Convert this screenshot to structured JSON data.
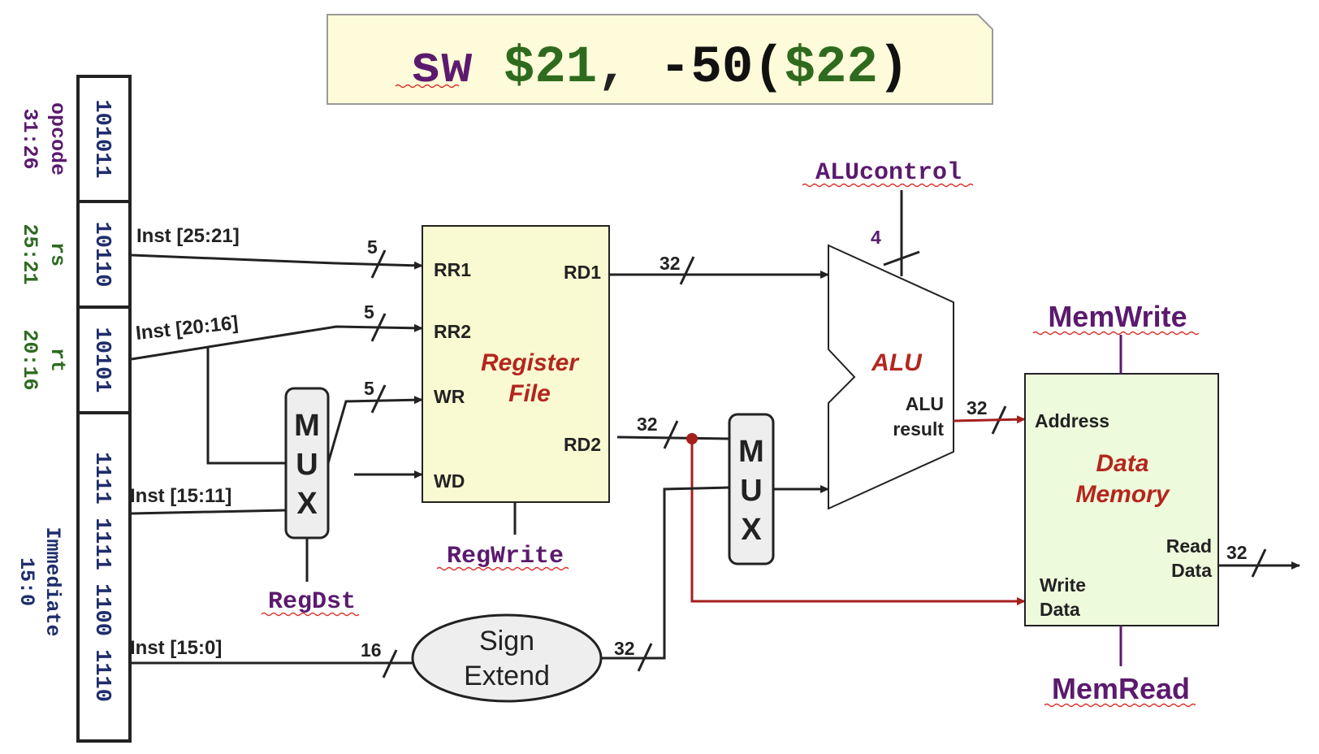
{
  "title": {
    "op": "sw",
    "rt": "$21",
    "comma": ",",
    "offset": "-50",
    "lparen": "(",
    "rs": "$22",
    "rparen": ")"
  },
  "fields": [
    {
      "name": "opcode",
      "range": "31:26",
      "bits": "101011",
      "color": "#5b1a6e"
    },
    {
      "name": "rs",
      "range": "25:21",
      "bits": "10110",
      "color": "#2e6b1f"
    },
    {
      "name": "rt",
      "range": "20:16",
      "bits": "10101",
      "color": "#2e6b1f"
    },
    {
      "name": "Immediate",
      "range": "15:0",
      "bits": "1111 1111 1100 1110",
      "color": "#1f2d6b"
    }
  ],
  "wires": {
    "inst_25_21": "Inst [25:21]",
    "inst_20_16": "Inst [20:16]",
    "inst_15_11": "Inst [15:11]",
    "inst_15_0": "Inst [15:0]",
    "w_rr1": "5",
    "w_rr2": "5",
    "w_wr": "5",
    "w_rd1": "32",
    "w_rd2": "32",
    "w_alucontrol": "4",
    "w_aluresult": "32",
    "w_readdata": "32",
    "w_signin": "16",
    "w_signout": "32"
  },
  "register_file": {
    "title_line1": "Register",
    "title_line2": "File",
    "rr1": "RR1",
    "rr2": "RR2",
    "wr": "WR",
    "wd": "WD",
    "rd1": "RD1",
    "rd2": "RD2"
  },
  "mux1": {
    "m": "M",
    "u": "U",
    "x": "X"
  },
  "mux2": {
    "m": "M",
    "u": "U",
    "x": "X"
  },
  "alu": {
    "label": "ALU",
    "result_line1": "ALU",
    "result_line2": "result"
  },
  "data_memory": {
    "title_line1": "Data",
    "title_line2": "Memory",
    "address": "Address",
    "read_line1": "Read",
    "read_line2": "Data",
    "write_line1": "Write",
    "write_line2": "Data"
  },
  "sign_extend": {
    "line1": "Sign",
    "line2": "Extend"
  },
  "controls": {
    "alucontrol": "ALUcontrol",
    "regwrite": "RegWrite",
    "regdst": "RegDst",
    "memwrite": "MemWrite",
    "memread": "MemRead"
  },
  "colors": {
    "purple": "#5b1a6e",
    "green": "#2e6b1f",
    "navy": "#1f2d6b",
    "red": "#b3261e",
    "box_fill": "#fafad2",
    "memory_fill": "#eefadc",
    "title_fill": "#fdfbd9"
  }
}
